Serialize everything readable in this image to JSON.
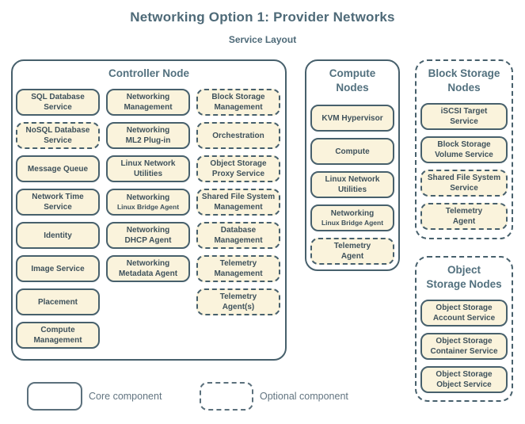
{
  "title": "Networking Option 1: Provider Networks",
  "subtitle": "Service Layout",
  "colors": {
    "box_fill": "#faf3dc",
    "border": "#47606c",
    "title_text": "#4e6a78",
    "section_title_text": "#52707e",
    "box_text": "#3e515b",
    "legend_text": "#627480",
    "background": "#ffffff"
  },
  "sections": {
    "controller": {
      "title": "Controller Node",
      "col1": [
        {
          "lines": [
            "SQL Database",
            "Service"
          ],
          "optional": false
        },
        {
          "lines": [
            "NoSQL Database",
            "Service"
          ],
          "optional": true
        },
        {
          "lines": [
            "Message Queue"
          ],
          "optional": false
        },
        {
          "lines": [
            "Network Time",
            "Service"
          ],
          "optional": false
        },
        {
          "lines": [
            "Identity"
          ],
          "optional": false
        },
        {
          "lines": [
            "Image Service"
          ],
          "optional": false
        },
        {
          "lines": [
            "Placement"
          ],
          "optional": false
        },
        {
          "lines": [
            "Compute",
            "Management"
          ],
          "optional": false
        }
      ],
      "col2": [
        {
          "lines": [
            "Networking",
            "Management"
          ],
          "optional": false
        },
        {
          "lines": [
            "Networking",
            "ML2 Plug-in"
          ],
          "optional": false
        },
        {
          "lines": [
            "Linux Network",
            "Utilities"
          ],
          "optional": false
        },
        {
          "lines": [
            "Networking"
          ],
          "sub": "Linux Bridge Agent",
          "optional": false
        },
        {
          "lines": [
            "Networking",
            "DHCP Agent"
          ],
          "optional": false
        },
        {
          "lines": [
            "Networking",
            "Metadata Agent"
          ],
          "optional": false
        }
      ],
      "col3": [
        {
          "lines": [
            "Block Storage",
            "Management"
          ],
          "optional": true
        },
        {
          "lines": [
            "Orchestration"
          ],
          "optional": true
        },
        {
          "lines": [
            "Object Storage",
            "Proxy Service"
          ],
          "optional": true
        },
        {
          "lines": [
            "Shared File System",
            "Management"
          ],
          "optional": true
        },
        {
          "lines": [
            "Database",
            "Management"
          ],
          "optional": true
        },
        {
          "lines": [
            "Telemetry",
            "Management"
          ],
          "optional": true
        },
        {
          "lines": [
            "Telemetry",
            "Agent(s)"
          ],
          "optional": true
        }
      ]
    },
    "compute": {
      "title": [
        "Compute",
        "Nodes"
      ],
      "items": [
        {
          "lines": [
            "KVM Hypervisor"
          ],
          "optional": false
        },
        {
          "lines": [
            "Compute"
          ],
          "optional": false
        },
        {
          "lines": [
            "Linux Network",
            "Utilities"
          ],
          "optional": false
        },
        {
          "lines": [
            "Networking"
          ],
          "sub": "Linux Bridge Agent",
          "optional": false
        },
        {
          "lines": [
            "Telemetry",
            "Agent"
          ],
          "optional": true
        }
      ]
    },
    "block": {
      "title": [
        "Block Storage",
        "Nodes"
      ],
      "items": [
        {
          "lines": [
            "iSCSI Target",
            "Service"
          ],
          "optional": false
        },
        {
          "lines": [
            "Block Storage",
            "Volume Service"
          ],
          "optional": false
        },
        {
          "lines": [
            "Shared File System",
            "Service"
          ],
          "optional": true
        },
        {
          "lines": [
            "Telemetry",
            "Agent"
          ],
          "optional": true
        }
      ]
    },
    "object": {
      "title": [
        "Object",
        "Storage Nodes"
      ],
      "items": [
        {
          "lines": [
            "Object Storage",
            "Account Service"
          ],
          "optional": false
        },
        {
          "lines": [
            "Object Storage",
            "Container Service"
          ],
          "optional": false
        },
        {
          "lines": [
            "Object Storage",
            "Object Service"
          ],
          "optional": false
        }
      ]
    }
  },
  "legend": {
    "core_label": "Core component",
    "optional_label": "Optional component"
  }
}
